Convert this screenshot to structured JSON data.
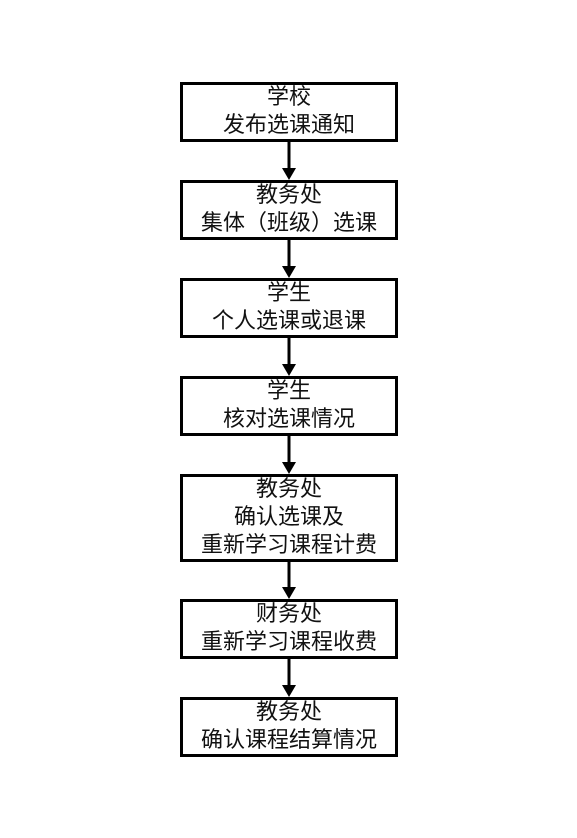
{
  "flowchart": {
    "steps": [
      {
        "lines": [
          "学校",
          "发布选课通知"
        ]
      },
      {
        "lines": [
          "教务处",
          "集体（班级）选课"
        ]
      },
      {
        "lines": [
          "学生",
          "个人选课或退课"
        ]
      },
      {
        "lines": [
          "学生",
          "核对选课情况"
        ]
      },
      {
        "lines": [
          "教务处",
          "确认选课及",
          "重新学习课程计费"
        ]
      },
      {
        "lines": [
          "财务处",
          "重新学习课程收费"
        ]
      },
      {
        "lines": [
          "教务处",
          "确认课程结算情况"
        ]
      }
    ]
  }
}
